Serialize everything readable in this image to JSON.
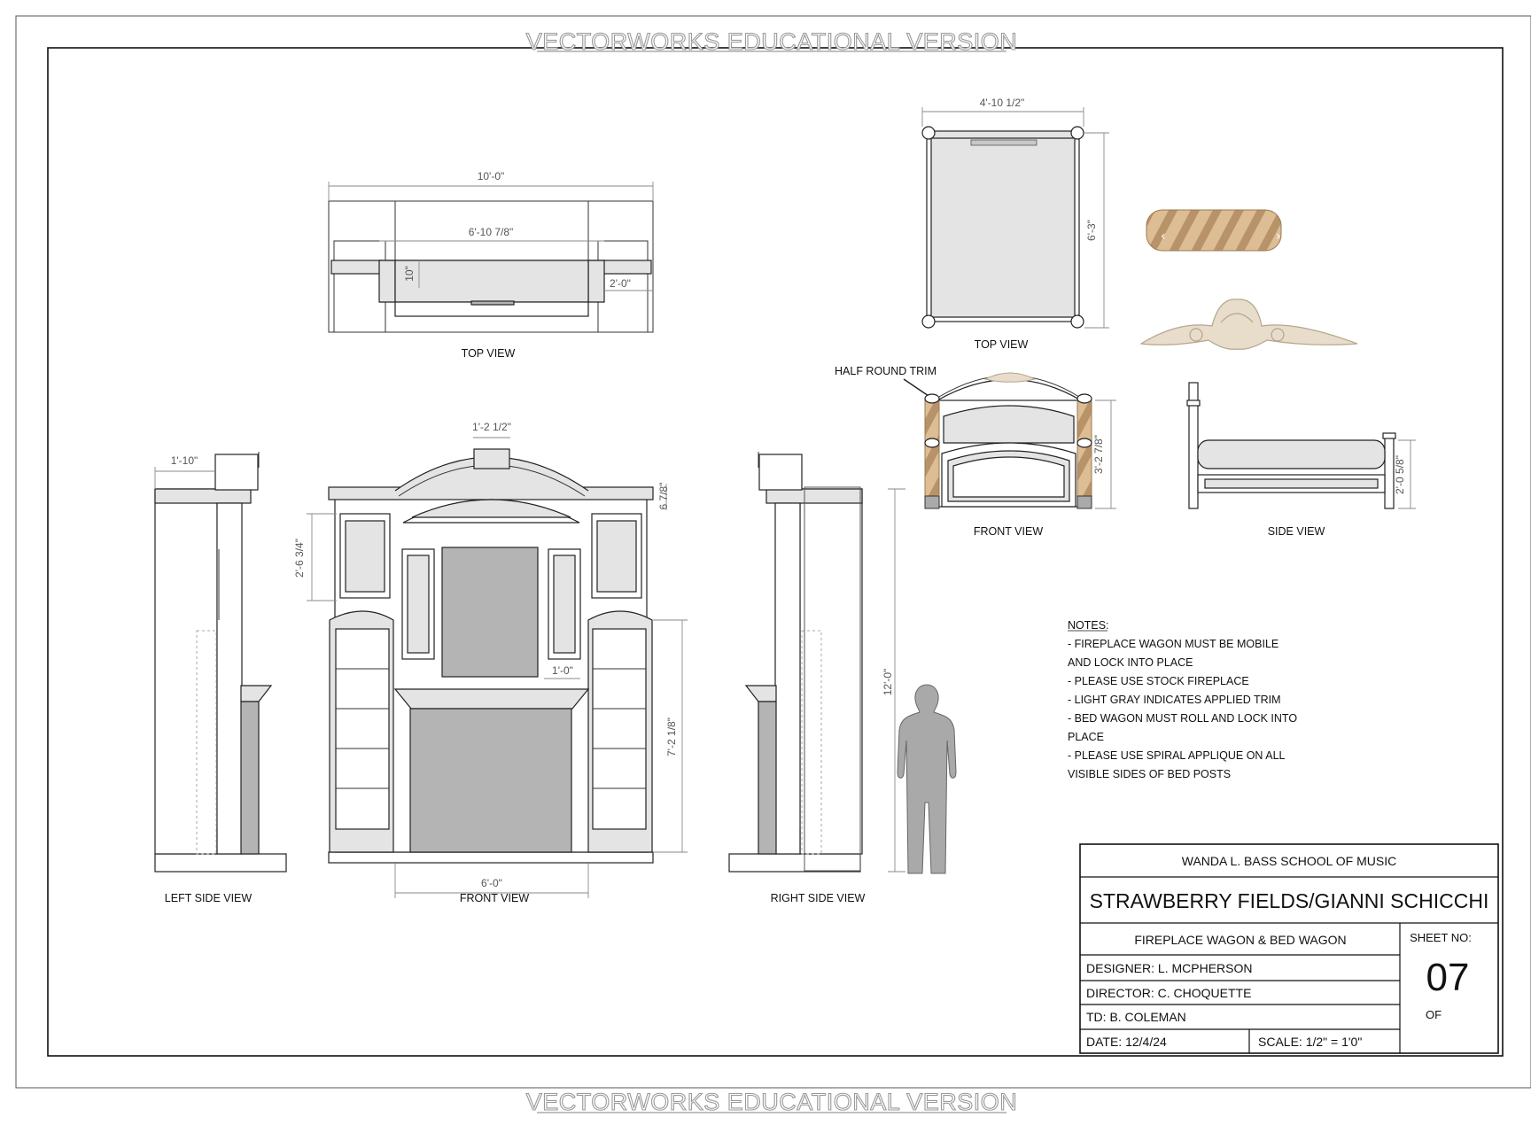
{
  "watermark": "VECTORWORKS EDUCATIONAL VERSION",
  "views": {
    "fireplace_top": "TOP VIEW",
    "bed_top": "TOP VIEW",
    "left_side": "LEFT SIDE VIEW",
    "fireplace_front": "FRONT VIEW",
    "right_side": "RIGHT SIDE VIEW",
    "bed_front": "FRONT VIEW",
    "bed_side": "SIDE VIEW"
  },
  "callouts": {
    "half_round_trim": "HALF ROUND TRIM"
  },
  "dimensions": {
    "fp_top_width": "10'-0\"",
    "fp_top_inner": "6'-10 7/8\"",
    "fp_top_10": "10\"",
    "fp_top_2ft": "2'-0\"",
    "fp_keystone": "1'-2 1/2\"",
    "fp_left_depth": "1'-10\"",
    "fp_arch": "6 7/8\"",
    "fp_panel": "2'-6 3/4\"",
    "fp_1ft": "1'-0\"",
    "fp_side_height": "7'-2 1/8\"",
    "fp_base": "6'-0\"",
    "fp_total_height": "12'-0\"",
    "bed_width": "4'-10 1/2\"",
    "bed_length": "6'-3\"",
    "bed_headboard": "3'-2 7/8\"",
    "bed_side_height": "2'-0 5/8\""
  },
  "notes": {
    "heading": "NOTES:",
    "lines": [
      "- FIREPLACE WAGON MUST BE MOBILE",
      "AND LOCK INTO PLACE",
      "- PLEASE USE STOCK FIREPLACE",
      "- LIGHT GRAY INDICATES APPLIED TRIM",
      "- BED WAGON MUST ROLL AND LOCK INTO",
      "PLACE",
      "- PLEASE USE SPIRAL APPLIQUE ON ALL",
      "VISIBLE SIDES OF BED POSTS"
    ]
  },
  "title_block": {
    "school": "WANDA L. BASS SCHOOL OF MUSIC",
    "production": "STRAWBERRY FIELDS/GIANNI SCHICCHI",
    "drawing_title": "FIREPLACE WAGON & BED WAGON",
    "sheet_label": "SHEET NO:",
    "sheet_number": "07",
    "of_label": "OF",
    "designer": "DESIGNER: L. MCPHERSON",
    "director": "DIRECTOR: C. CHOQUETTE",
    "td": "TD:  B. COLEMAN",
    "date": "DATE:  12/4/24",
    "scale": "SCALE:  1/2\" = 1'0\""
  },
  "colors": {
    "trim_gray": "#e4e4e4",
    "opening_gray": "#b4b4b4",
    "wood": "#d8b88f"
  }
}
